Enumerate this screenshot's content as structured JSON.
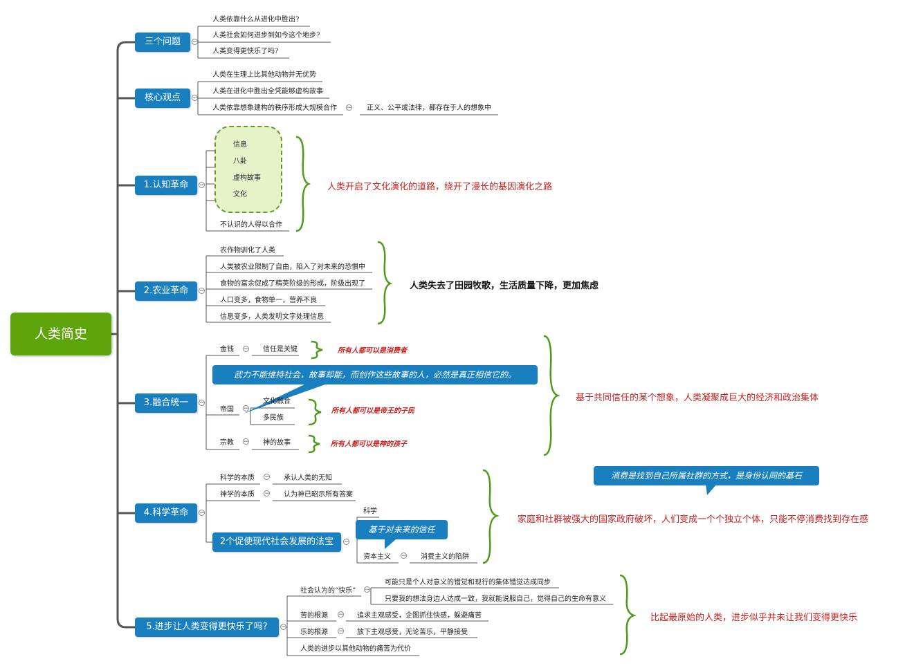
{
  "root": {
    "label": "人类简史"
  },
  "branches": {
    "three_questions": {
      "label": "三个问题",
      "items": [
        "人类依靠什么从进化中胜出?",
        "人类社会如何进步到如今这个地步?",
        "人类变得更快乐了吗?"
      ]
    },
    "core_views": {
      "label": "核心观点",
      "items": [
        "人类在生理上比其他动物并无优势",
        "人类在进化中胜出全凭能够虚构故事",
        "人类依靠想象建构的秩序形成大规模合作"
      ],
      "sub": "正义、公平或法律，都存在于人的想象中"
    },
    "cognitive": {
      "label": "1.认知革命",
      "grouped": [
        "信息",
        "八卦",
        "虚构故事",
        "文化"
      ],
      "extra": "不认识的人得以合作",
      "summary": "人类开启了文化演化的道路，绕开了漫长的基因演化之路"
    },
    "agricultural": {
      "label": "2.农业革命",
      "items": [
        "农作物驯化了人类",
        "人类被农业限制了自由，陷入了对未来的恐惧中",
        "食物的富余促成了精英阶级的形成，阶级出现了",
        "人口变多，食物单一，营养不良",
        "信息变多，人类发明文字处理信息"
      ],
      "summary": "人类失去了田园牧歌，生活质量下降，更加焦虑"
    },
    "unification": {
      "label": "3.融合统一",
      "money": {
        "label": "金钱",
        "child": "信任是关键",
        "note": "所有人都可以是消费者"
      },
      "callout": "武力不能维持社会，故事却能，而创作这些故事的人，必然是真正相信它的。",
      "empire": {
        "label": "帝国",
        "children": [
          "文化融合",
          "多民族"
        ],
        "note": "所有人都可以是帝王的子民"
      },
      "religion": {
        "label": "宗教",
        "child": "神的故事",
        "note": "所有人都可以是神的孩子"
      },
      "summary": "基于共同信任的某个想象，人类凝聚成巨大的经济和政治集体"
    },
    "scientific": {
      "label": "4.科学革命",
      "science": {
        "label": "科学的本质",
        "child": "承认人类的无知"
      },
      "theology": {
        "label": "神学的本质",
        "child": "认为神已昭示所有答案"
      },
      "treasure": {
        "label": "2个促使现代社会发展的法宝",
        "children": [
          "科学",
          "资本主义"
        ],
        "callout": "基于对未来的信任",
        "trap": "消费主义的陷阱"
      },
      "callout_top": "消费是找到自己所属社群的方式，是身份认同的基石",
      "summary": "家庭和社群被强大的国家政府破坏，人们变成一个个独立个体，只能不停消费找到存在感"
    },
    "happiness": {
      "label": "5.进步让人类变得更快乐了吗?",
      "society": {
        "label": "社会认为的“快乐”",
        "children": [
          "可能只是个人对意义的错觉和现行的集体错觉达成同步",
          "只要我的想法身边人达成一致，我就能说服自己，觉得自己的生命有意义"
        ]
      },
      "suffering": {
        "label": "苦的根源",
        "child": "追求主观感受，企图抓住快感，躲避痛苦"
      },
      "joy": {
        "label": "乐的根源",
        "child": "放下主观感受，无论苦乐，平静接受"
      },
      "cost": "人类的进步以其他动物的痛苦为代价",
      "summary": "比起最原始的人类，进步似乎并未让我们变得更快乐"
    }
  },
  "colors": {
    "node_blue": "#1a7fbf",
    "root_green": "#5fa30d",
    "summary_red": "#c9211e",
    "brace_green": "#4f9a1c"
  }
}
